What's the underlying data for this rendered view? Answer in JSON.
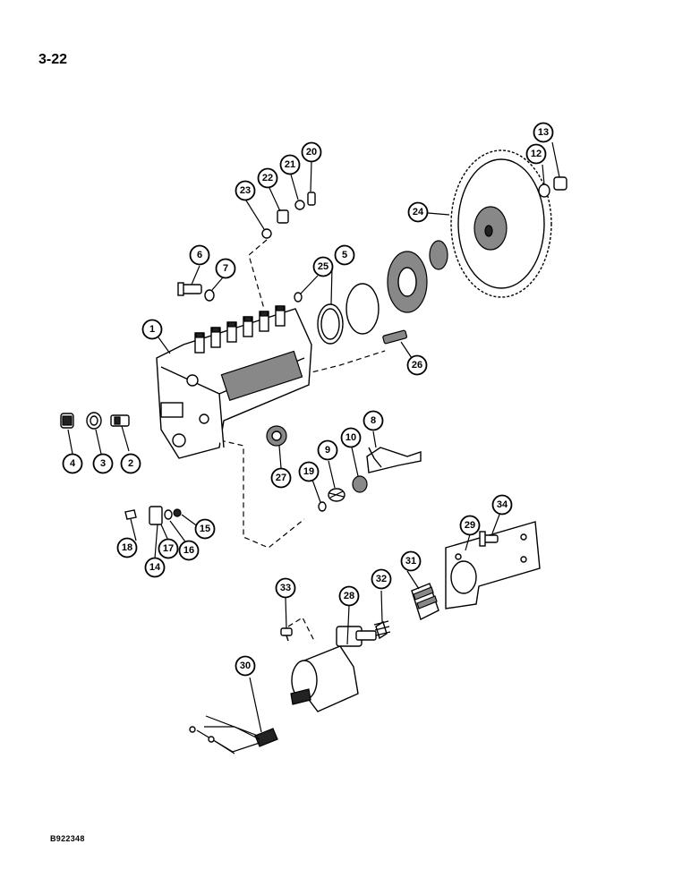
{
  "page": {
    "number": "3-22",
    "drawing_code": "B922348"
  },
  "callouts": [
    {
      "id": "c1",
      "label": "1"
    },
    {
      "id": "c2",
      "label": "2"
    },
    {
      "id": "c3",
      "label": "3"
    },
    {
      "id": "c4",
      "label": "4"
    },
    {
      "id": "c5",
      "label": "5"
    },
    {
      "id": "c6",
      "label": "6"
    },
    {
      "id": "c7",
      "label": "7"
    },
    {
      "id": "c8",
      "label": "8"
    },
    {
      "id": "c9",
      "label": "9"
    },
    {
      "id": "c10",
      "label": "10"
    },
    {
      "id": "c12",
      "label": "12"
    },
    {
      "id": "c13",
      "label": "13"
    },
    {
      "id": "c14",
      "label": "14"
    },
    {
      "id": "c15",
      "label": "15"
    },
    {
      "id": "c16",
      "label": "16"
    },
    {
      "id": "c17",
      "label": "17"
    },
    {
      "id": "c18",
      "label": "18"
    },
    {
      "id": "c19",
      "label": "19"
    },
    {
      "id": "c20",
      "label": "20"
    },
    {
      "id": "c21",
      "label": "21"
    },
    {
      "id": "c22",
      "label": "22"
    },
    {
      "id": "c23",
      "label": "23"
    },
    {
      "id": "c24",
      "label": "24"
    },
    {
      "id": "c25",
      "label": "25"
    },
    {
      "id": "c26",
      "label": "26"
    },
    {
      "id": "c27",
      "label": "27"
    },
    {
      "id": "c28",
      "label": "28"
    },
    {
      "id": "c29",
      "label": "29"
    },
    {
      "id": "c30",
      "label": "30"
    },
    {
      "id": "c31",
      "label": "31"
    },
    {
      "id": "c32",
      "label": "32"
    },
    {
      "id": "c33",
      "label": "33"
    },
    {
      "id": "c34",
      "label": "34"
    }
  ]
}
